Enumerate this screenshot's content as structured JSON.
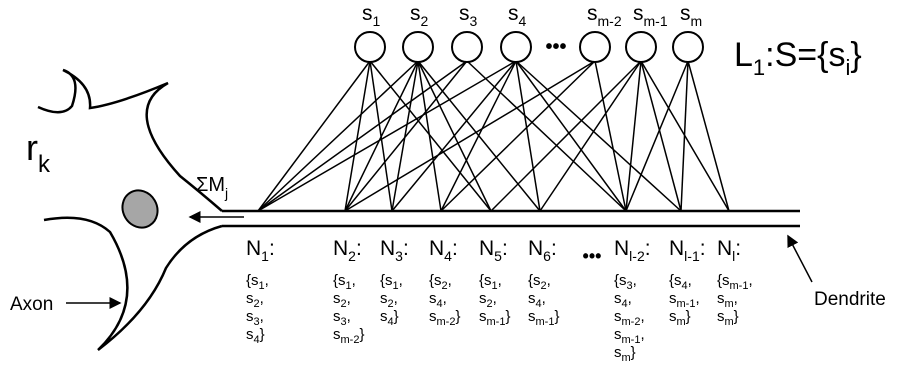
{
  "input_layer": {
    "label": "L",
    "label_sub": "1",
    "label_rest": ":S={s",
    "label_sub2": "i",
    "label_close": "}",
    "nodes": [
      {
        "base": "s",
        "sub": "1"
      },
      {
        "base": "s",
        "sub": "2"
      },
      {
        "base": "s",
        "sub": "3"
      },
      {
        "base": "s",
        "sub": "4"
      },
      {
        "base": "s",
        "sub": "m-2"
      },
      {
        "base": "s",
        "sub": "m-1"
      },
      {
        "base": "s",
        "sub": "m"
      }
    ],
    "ellipsis": "•••"
  },
  "neuron": {
    "name_base": "r",
    "name_sub": "k",
    "sum_base": "ΣM",
    "sum_sub": "j",
    "axon_label": "Axon",
    "dendrite_label": "Dendrite"
  },
  "synapses": [
    {
      "base": "N",
      "sub": "1",
      "sets": [
        [
          "s",
          "1",
          ","
        ],
        [
          "s",
          "2",
          ","
        ],
        [
          "s",
          "3",
          ","
        ],
        [
          "s",
          "4",
          "}"
        ]
      ]
    },
    {
      "base": "N",
      "sub": "2",
      "sets": [
        [
          "s",
          "1",
          ","
        ],
        [
          "s",
          "2",
          ","
        ],
        [
          "s",
          "3",
          ","
        ],
        [
          "s",
          "m-2",
          "}"
        ]
      ]
    },
    {
      "base": "N",
      "sub": "3",
      "sets": [
        [
          "s",
          "1",
          ","
        ],
        [
          "s",
          "2",
          ","
        ],
        [
          "s",
          "4",
          "}"
        ]
      ]
    },
    {
      "base": "N",
      "sub": "4",
      "sets": [
        [
          "s",
          "2",
          ","
        ],
        [
          "s",
          "4",
          ","
        ],
        [
          "s",
          "m-2",
          "}"
        ]
      ]
    },
    {
      "base": "N",
      "sub": "5",
      "sets": [
        [
          "s",
          "1",
          ","
        ],
        [
          "s",
          "2",
          ","
        ],
        [
          "s",
          "m-1",
          "}"
        ]
      ]
    },
    {
      "base": "N",
      "sub": "6",
      "sets": [
        [
          "s",
          "2",
          ","
        ],
        [
          "s",
          "4",
          ","
        ],
        [
          "s",
          "m-1",
          "}"
        ]
      ]
    },
    {
      "base": "N",
      "sub": "l-2",
      "sets": [
        [
          "s",
          "3",
          ","
        ],
        [
          "s",
          "4",
          ","
        ],
        [
          "s",
          "m-2",
          ","
        ],
        [
          "s",
          "m-1",
          ","
        ],
        [
          "s",
          "m",
          "}"
        ]
      ]
    },
    {
      "base": "N",
      "sub": "l-1",
      "sets": [
        [
          "s",
          "4",
          ","
        ],
        [
          "s",
          "m-1",
          ","
        ],
        [
          "s",
          "m",
          "}"
        ]
      ]
    },
    {
      "base": "N",
      "sub": "l",
      "sets": [
        [
          "s",
          "m-1",
          ","
        ],
        [
          "s",
          "m",
          ","
        ],
        [
          "s",
          "m",
          "}"
        ]
      ]
    }
  ],
  "synapse_ellipsis": "•••",
  "colors": {
    "stroke": "#000000",
    "nucleus": "#a6a6a6",
    "background": "#ffffff"
  }
}
